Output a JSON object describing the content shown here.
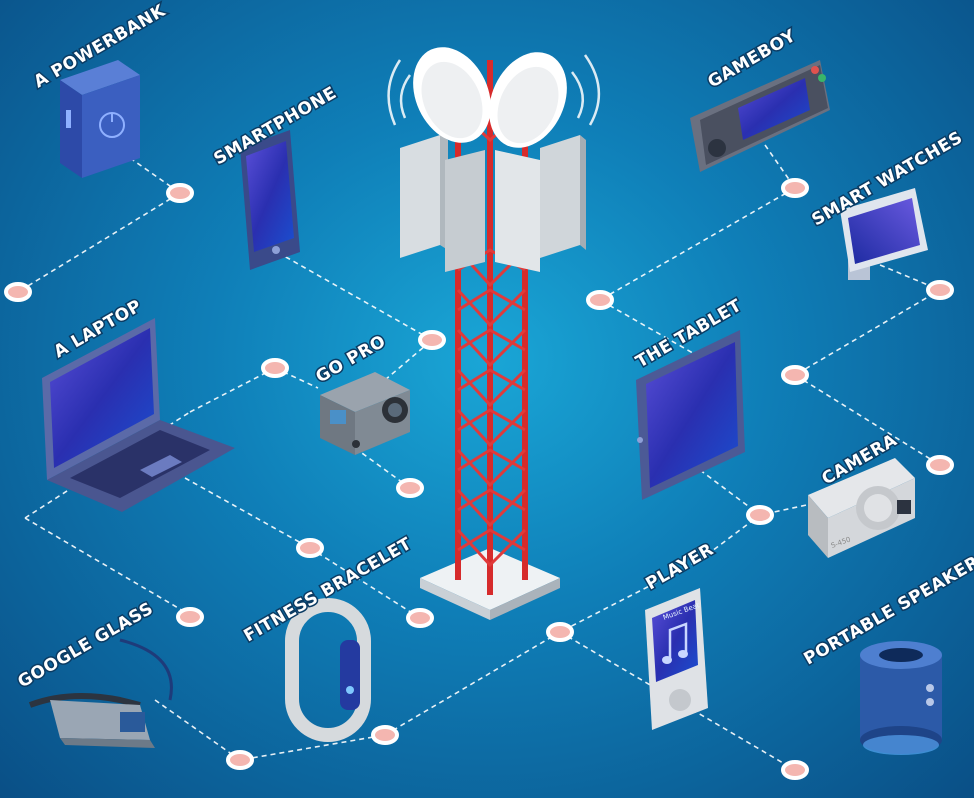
{
  "labels": {
    "powerbank": "A POWERBANK",
    "smartphone": "SMARTPHONE",
    "laptop": "A LAPTOP",
    "gopro": "GO PRO",
    "googleglass": "GOOGLE GLASS",
    "fitness": "FITNESS BRACELET",
    "gameboy": "GAMEBOY",
    "smartwatches": "SMART WATCHES",
    "tablet": "THE TABLET",
    "camera": "CAMERA",
    "player": "PLAYER",
    "speaker": "PORTABLE SPEAKER"
  },
  "device_text": {
    "player_screen": "Music Beat",
    "camera_brand": "S-450"
  },
  "colors": {
    "background": "#0f7fb8",
    "tower_red": "#d62b2b",
    "connector": "#ffffff",
    "node_fill": "#f4b6b0",
    "node_stroke": "#ffffff",
    "screen_blue": "#2233aa"
  }
}
